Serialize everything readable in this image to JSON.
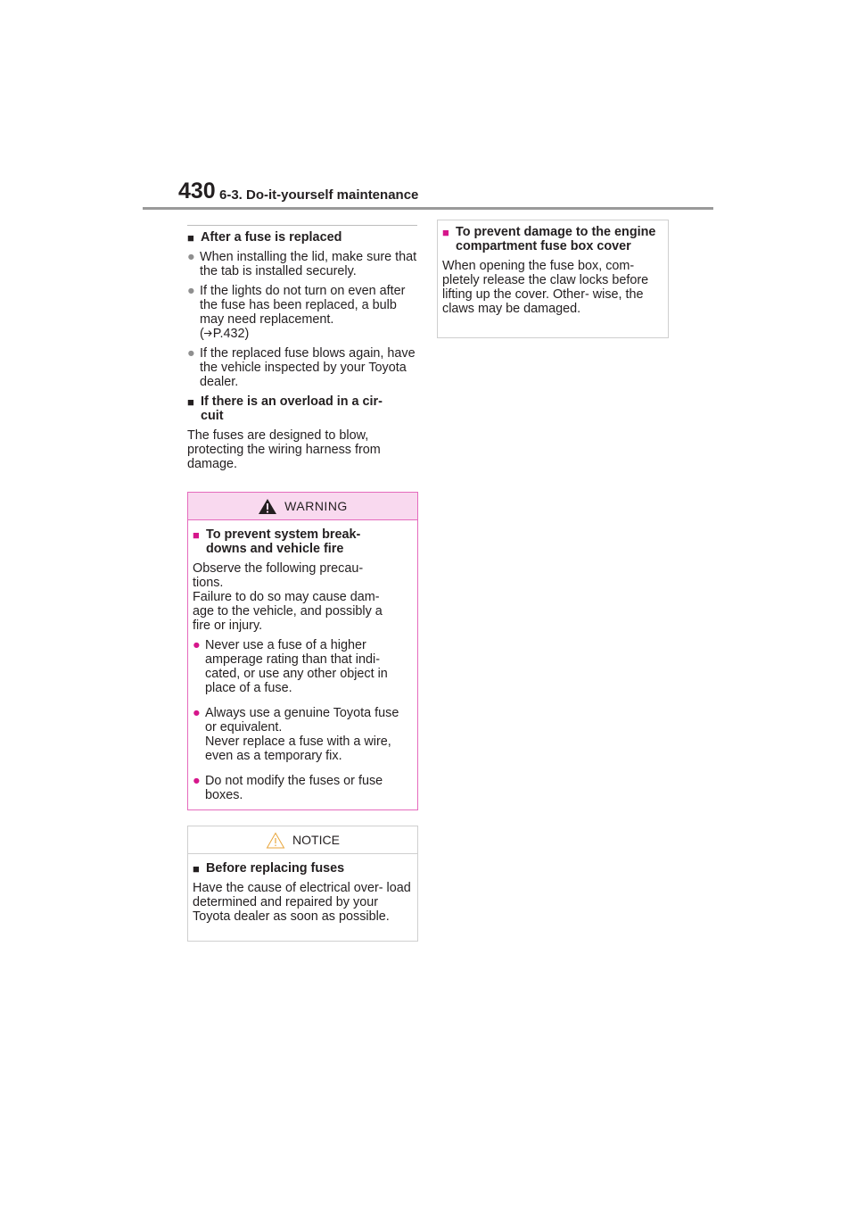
{
  "header": {
    "page_number": "430",
    "section_title": "6-3. Do-it-yourself maintenance"
  },
  "left_column": {
    "after_fuse_heading": "After a fuse is replaced",
    "after_fuse_bullets": [
      "When installing the lid, make sure that the tab is installed securely.",
      "If the lights do not turn on even after the fuse has been replaced, a bulb may need replacement.",
      "If the replaced fuse blows again, have the vehicle inspected by your Toyota dealer."
    ],
    "bulb_ref_open": "(",
    "bulb_ref": "P.432)",
    "overload_heading_line1": "If there is an overload in a cir-",
    "overload_heading_line2": "cuit",
    "overload_text": "The fuses are designed to blow, protecting the wiring harness from damage."
  },
  "warning": {
    "label": "WARNING",
    "heading_line1": "To prevent system break-",
    "heading_line2": "downs and vehicle fire",
    "intro_line1": "Observe the following precau-",
    "intro_line2": "tions.",
    "intro_line3": "Failure to do so may cause dam-",
    "intro_line4": "age to the vehicle, and possibly a",
    "intro_line5": "fire or injury.",
    "bullets": [
      "Never use a fuse of a higher amperage rating than that indi- cated, or use any other object in place of a fuse.",
      "Always use a genuine Toyota fuse or equivalent.",
      "Do not modify the fuses or fuse boxes."
    ],
    "bullet2_extra": "Never replace a fuse with a wire, even as a temporary fix."
  },
  "notice": {
    "label": "NOTICE",
    "heading": "Before replacing fuses",
    "text": "Have the cause of electrical over- load determined and repaired by your Toyota dealer as soon as possible."
  },
  "right_box": {
    "heading": "To prevent damage to the engine compartment fuse box cover",
    "text": "When opening the fuse box, com- pletely release the claw locks before lifting up the cover. Other- wise, the claws may be damaged."
  },
  "colors": {
    "warning_border": "#e56bbd",
    "warning_fill": "#f9d9ef",
    "bullet_pink": "#d6168b",
    "header_rule": "#9a9a9a"
  },
  "icons": {
    "square": "■",
    "bullet": "●",
    "warning": "warning-triangle-icon",
    "notice": "notice-triangle-icon",
    "ref_arrow": "arrow-right-icon"
  }
}
